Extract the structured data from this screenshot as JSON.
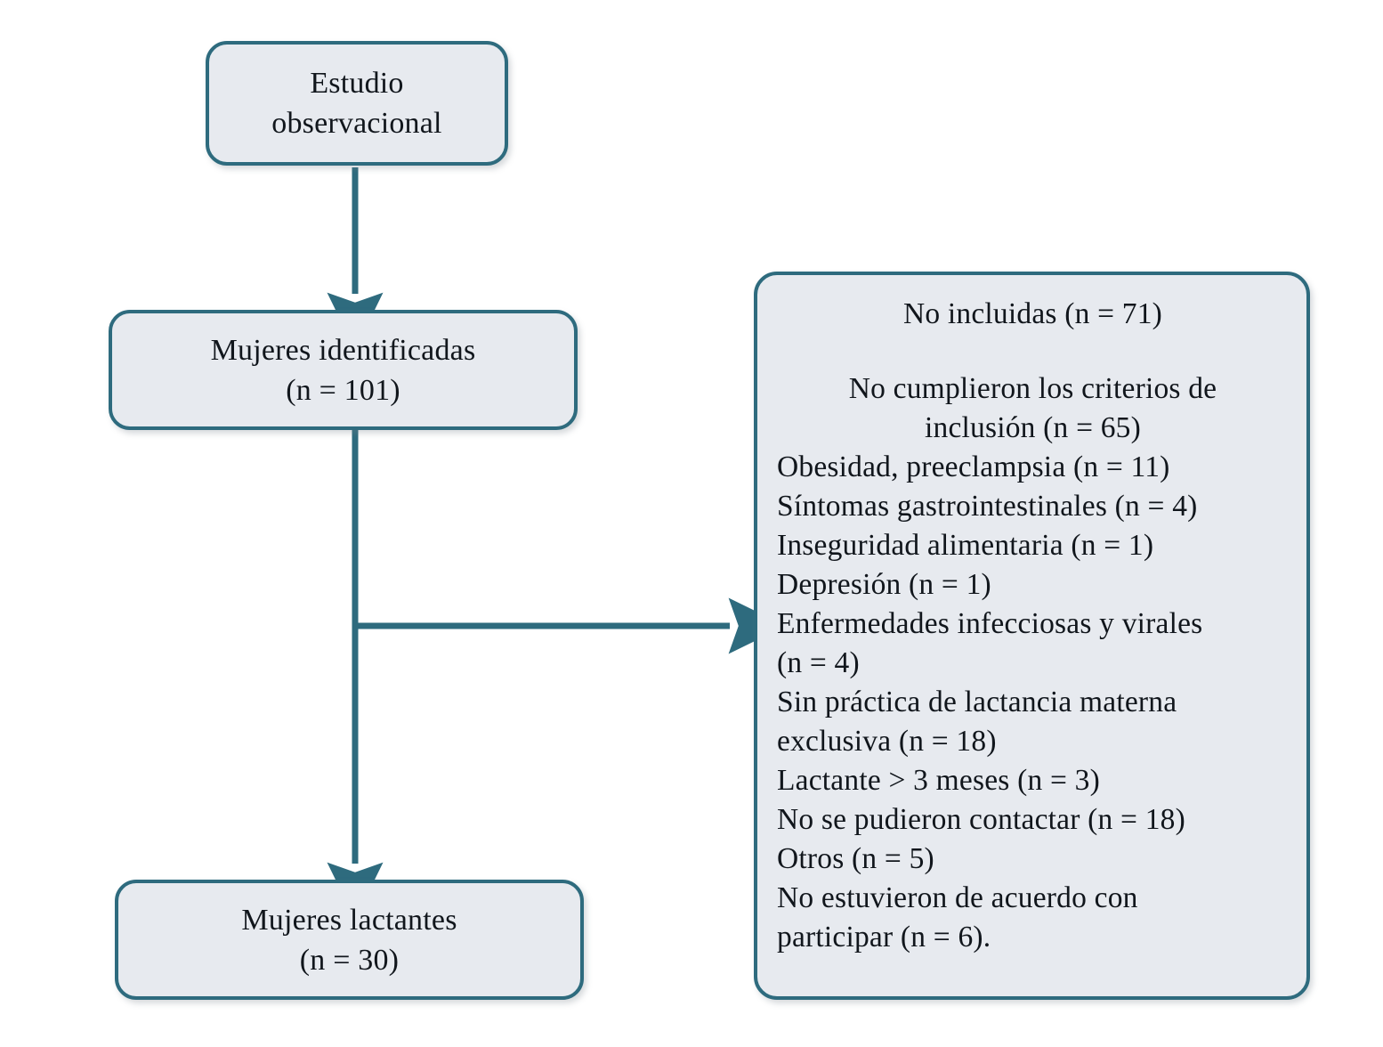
{
  "diagram": {
    "type": "flowchart",
    "language": "es",
    "colors": {
      "box_fill": "#e7eaef",
      "box_border": "#2e6b7e",
      "connector": "#2e6b7e",
      "text": "#11161c",
      "page_background": "#ffffff"
    },
    "nodes": {
      "study": {
        "id": "box-study",
        "lines": [
          "Estudio",
          "observacional"
        ]
      },
      "identified": {
        "id": "box-identified",
        "lines": [
          "Mujeres identificadas",
          "(n = 101)"
        ],
        "count": 101
      },
      "lactating": {
        "id": "box-lactating",
        "lines": [
          "Mujeres lactantes",
          "(n = 30)"
        ],
        "count": 30
      },
      "excluded": {
        "id": "box-excluded",
        "title": "No incluidas (n = 71)",
        "count": 71,
        "subtitle_lines": [
          "No cumplieron los criterios de",
          "inclusión (n = 65)"
        ],
        "subtitle_count": 65,
        "reasons": [
          {
            "text": "Obesidad, preeclampsia (n = 11)",
            "n": 11
          },
          {
            "text": "Síntomas gastrointestinales (n = 4)",
            "n": 4
          },
          {
            "text": "Inseguridad alimentaria (n = 1)",
            "n": 1
          },
          {
            "text": "Depresión (n = 1)",
            "n": 1
          },
          {
            "text": "Enfermedades infecciosas y virales",
            "n": 4
          },
          {
            "text": "(n = 4)",
            "n": 4
          },
          {
            "text": "Sin práctica de lactancia materna",
            "n": 18
          },
          {
            "text": "exclusiva (n = 18)",
            "n": 18
          },
          {
            "text": "Lactante > 3 meses (n = 3)",
            "n": 3
          },
          {
            "text": "No se pudieron contactar (n = 18)",
            "n": 18
          },
          {
            "text": "Otros (n = 5)",
            "n": 5
          },
          {
            "text": "No estuvieron de acuerdo con",
            "n": 6
          },
          {
            "text": "participar (n = 6).",
            "n": 6
          }
        ]
      }
    },
    "edges": [
      {
        "name": "study-to-identified",
        "from": "study",
        "to": "identified",
        "direction": "down"
      },
      {
        "name": "identified-to-excluded",
        "from": "identified",
        "to": "excluded",
        "direction": "right"
      },
      {
        "name": "identified-to-lactating",
        "from": "identified",
        "to": "lactating",
        "direction": "down"
      }
    ]
  }
}
